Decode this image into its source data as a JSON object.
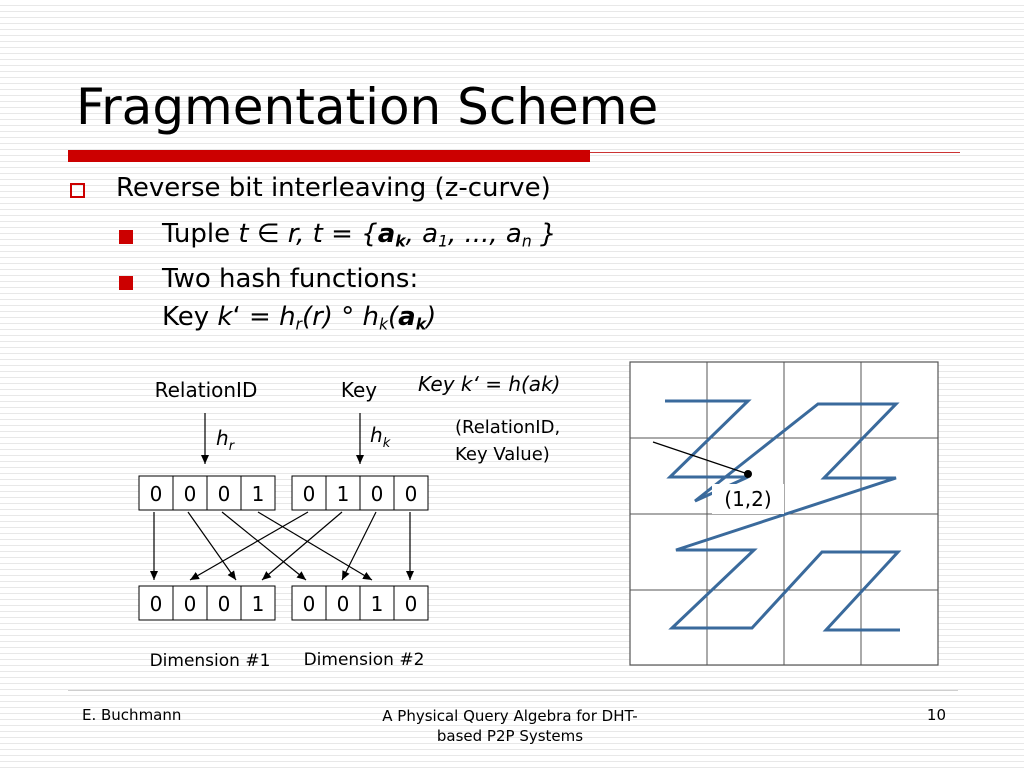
{
  "slide": {
    "title": "Fragmentation Scheme",
    "bullets": {
      "b1": "Reverse bit interleaving (z-curve)",
      "tuple": {
        "word": "Tuple",
        "t": "t",
        "in_symbol": "∈",
        "r": "r",
        "eq": ", t = {",
        "ak_a": "a",
        "ak_k": "k",
        "ak_comma": ",",
        "a1_a": "a",
        "a1_sub": "1",
        "mid": ", ..., ",
        "an_a": "a",
        "an_sub": "n",
        "close": " }"
      },
      "hash_line1": "Two hash functions:",
      "hash": {
        "key": "Key ",
        "k": "k",
        "tick": "‘ = ",
        "h": "h",
        "r_sub": "r",
        "r_arg": "(r)",
        "ring": " ° ",
        "h2": "h",
        "k_sub": "k",
        "open": "(",
        "ak_a": "a",
        "ak_k": "k",
        "close": ")"
      }
    }
  },
  "diagram": {
    "label_relation": "RelationID",
    "label_key": "Key",
    "h_r": {
      "h": "h",
      "sub": "r"
    },
    "h_k": {
      "h": "h",
      "sub": "k"
    },
    "key_formula": {
      "key": "Key ",
      "k": "k",
      "rest": "‘ = h(ak)"
    },
    "note_line1": "(RelationID,",
    "note_line2": "Key Value)",
    "point_label": "(1,2)",
    "row1_left": [
      "0",
      "0",
      "0",
      "1"
    ],
    "row1_right": [
      "0",
      "1",
      "0",
      "0"
    ],
    "row2_left": [
      "0",
      "0",
      "0",
      "1"
    ],
    "row2_right": [
      "0",
      "0",
      "1",
      "0"
    ],
    "dim1": "Dimension #1",
    "dim2": "Dimension #2",
    "colors": {
      "accent": "#cc0000",
      "zcurve": "#3a6a9c"
    }
  },
  "footer": {
    "author": "E. Buchmann",
    "title_line1": "A Physical Query Algebra for DHT-",
    "title_line2": "based P2P Systems",
    "page": "10"
  }
}
